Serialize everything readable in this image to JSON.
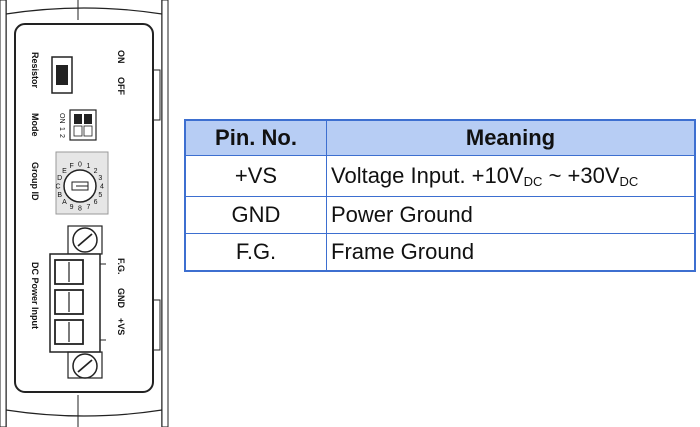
{
  "device": {
    "switch_on": "ON",
    "switch_off": "OFF",
    "resistor_label": "Resistor",
    "mode_label": "Mode",
    "dip_on": "ON",
    "dip_1": "1",
    "dip_2": "2",
    "group_label": "Group ID",
    "rotary_digits": "0123456789ABCDEF",
    "power_label": "DC Power Input",
    "terminal_fg": "F.G.",
    "terminal_gnd": "GND",
    "terminal_vs": "+VS"
  },
  "table": {
    "header": {
      "pin": "Pin. No.",
      "meaning": "Meaning"
    },
    "rows": [
      {
        "pin": "+VS",
        "meaning_a": "Voltage Input. +10V",
        "sub_a": "DC",
        "meaning_b": " ~ +30V",
        "sub_b": "DC"
      },
      {
        "pin": "GND",
        "meaning": "Power Ground"
      },
      {
        "pin": "F.G.",
        "meaning": "Frame Ground"
      }
    ]
  },
  "colors": {
    "border": "#3d6fd0",
    "header_bg": "#b7cdf4"
  }
}
